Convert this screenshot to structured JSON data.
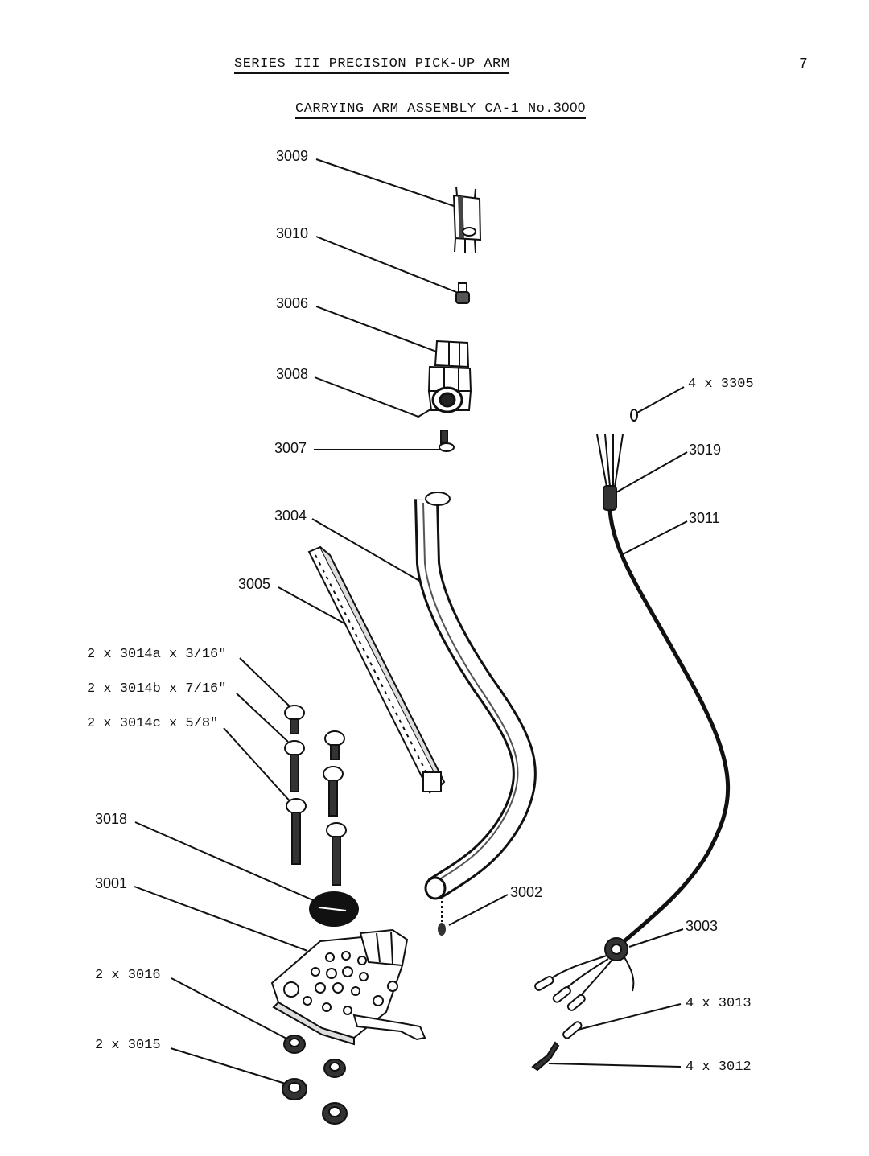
{
  "header": {
    "title": "SERIES III PRECISION PICK-UP ARM",
    "page_number": "7",
    "subtitle_prefix": "CARRYING ARM ASSEMBLY CA-1 No.",
    "assembly_number": "3000"
  },
  "labels": {
    "p3009": "3009",
    "p3010": "3010",
    "p3006": "3006",
    "p3008": "3008",
    "p3007": "3007",
    "p3004": "3004",
    "p3005": "3005",
    "p3014a": "2 x 3014a x 3/16\"",
    "p3014b": "2 x 3014b x 7/16\"",
    "p3014c": "2 x 3014c x 5/8\"",
    "p3018": "3018",
    "p3001": "3001",
    "p3016": "2 x 3016",
    "p3015": "2 x 3015",
    "p3305": "4 x 3305",
    "p3019": "3019",
    "p3011": "3011",
    "p3002": "3002",
    "p3003": "3003",
    "p3013": "4 x 3013",
    "p3012": "4 x 3012"
  }
}
